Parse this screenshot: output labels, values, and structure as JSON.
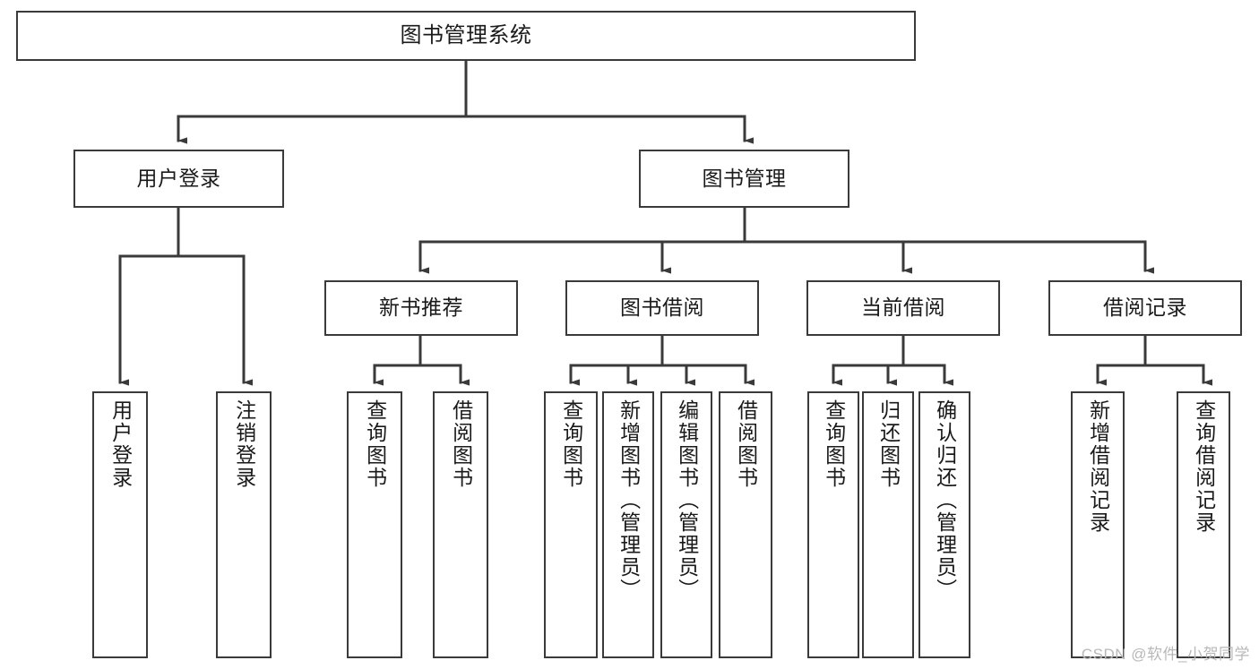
{
  "diagram": {
    "type": "tree-hierarchy-diagram",
    "title": "图书管理系统",
    "stroke_color": "#3a3a3a",
    "background_color": "#ffffff",
    "text_color": "#1a1a1a",
    "watermark": "CSDN @软件_小贺同学",
    "levels": {
      "level1": [
        {
          "id": "root",
          "label": "图书管理系统"
        }
      ],
      "level2": [
        {
          "id": "user-login",
          "label": "用户登录"
        },
        {
          "id": "book-management",
          "label": "图书管理"
        }
      ],
      "level3": [
        {
          "id": "new-book-recommend",
          "label": "新书推荐"
        },
        {
          "id": "book-borrow",
          "label": "图书借阅"
        },
        {
          "id": "current-borrow",
          "label": "当前借阅"
        },
        {
          "id": "borrow-record",
          "label": "借阅记录"
        }
      ],
      "level4": [
        {
          "id": "leaf-user-login",
          "label": "用户登录",
          "parent": "user-login"
        },
        {
          "id": "leaf-logout",
          "label": "注销登录",
          "parent": "user-login"
        },
        {
          "id": "leaf-query-book-1",
          "label": "查询图书",
          "parent": "new-book-recommend"
        },
        {
          "id": "leaf-borrow-book-1",
          "label": "借阅图书",
          "parent": "new-book-recommend"
        },
        {
          "id": "leaf-query-book-2",
          "label": "查询图书",
          "parent": "book-borrow"
        },
        {
          "id": "leaf-add-book",
          "label": "新增图书（管理员）",
          "parent": "book-borrow"
        },
        {
          "id": "leaf-edit-book",
          "label": "编辑图书（管理员）",
          "parent": "book-borrow"
        },
        {
          "id": "leaf-borrow-book-2",
          "label": "借阅图书",
          "parent": "book-borrow"
        },
        {
          "id": "leaf-query-book-3",
          "label": "查询图书",
          "parent": "current-borrow"
        },
        {
          "id": "leaf-return-book",
          "label": "归还图书",
          "parent": "current-borrow"
        },
        {
          "id": "leaf-confirm-return",
          "label": "确认归还（管理员）",
          "parent": "current-borrow"
        },
        {
          "id": "leaf-add-record",
          "label": "新增借阅记录",
          "parent": "borrow-record"
        },
        {
          "id": "leaf-query-record",
          "label": "查询借阅记录",
          "parent": "borrow-record"
        }
      ]
    }
  }
}
